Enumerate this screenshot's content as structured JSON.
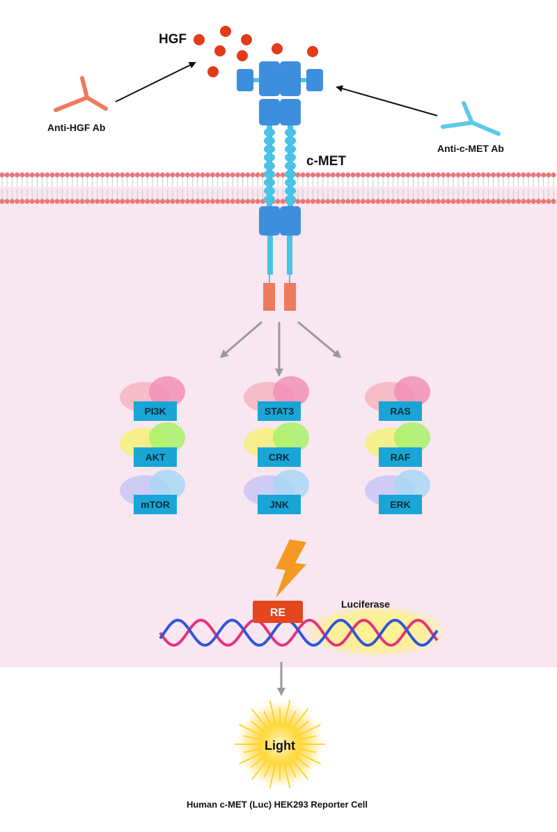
{
  "labels": {
    "hgf": "HGF",
    "anti_hgf": "Anti-HGF Ab",
    "anti_cmet": "Anti-c-MET Ab",
    "cmet": "c-MET",
    "luciferase": "Luciferase",
    "re": "RE",
    "light": "Light",
    "caption": "Human c-MET (Luc) HEK293 Reporter Cell"
  },
  "pathways": [
    {
      "proteins": [
        "PI3K",
        "AKT",
        "mTOR"
      ]
    },
    {
      "proteins": [
        "STAT3",
        "CRK",
        "JNK"
      ]
    },
    {
      "proteins": [
        "RAS",
        "RAF",
        "ERK"
      ]
    }
  ],
  "colors": {
    "cytoplasm": "#f8e6f0",
    "membrane_head": "#e8777a",
    "receptor": "#3e8ede",
    "receptor_stalk": "#49c3e6",
    "kinase": "#ee7a5e",
    "hgf_dot": "#e23a1b",
    "anti_hgf": "#ee7a5e",
    "anti_cmet": "#5cc9e8",
    "protein_box": "#19a6d6",
    "re_box": "#e4461d",
    "arrow_gray": "#9a9a9a",
    "dna_pink": "#e8307e",
    "dna_blue": "#2e56d8",
    "bolt": "#f49a22",
    "light_glow": "#ffd23a"
  }
}
